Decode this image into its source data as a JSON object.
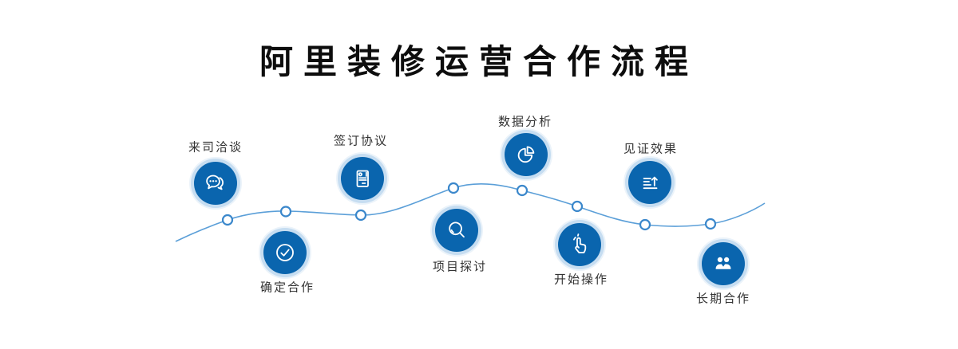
{
  "title": "阿里装修运营合作流程",
  "steps": [
    {
      "label": "来司洽谈",
      "icon": "chat-bubbles-icon",
      "label_position": "above"
    },
    {
      "label": "确定合作",
      "icon": "check-circle-icon",
      "label_position": "below"
    },
    {
      "label": "签订协议",
      "icon": "contract-document-icon",
      "label_position": "above"
    },
    {
      "label": "项目探讨",
      "icon": "magnifier-icon",
      "label_position": "below"
    },
    {
      "label": "数据分析",
      "icon": "pie-chart-icon",
      "label_position": "above"
    },
    {
      "label": "开始操作",
      "icon": "hand-click-icon",
      "label_position": "below"
    },
    {
      "label": "见证效果",
      "icon": "list-up-arrow-icon",
      "label_position": "above"
    },
    {
      "label": "长期合作",
      "icon": "partnership-people-icon",
      "label_position": "below"
    }
  ],
  "colors": {
    "circle_fill": "#0a65ae",
    "circle_halo": "#c6ddf1",
    "line_color": "#5b9fd8",
    "dot_stroke": "#3a87cb",
    "title_color": "#0d0d0d",
    "label_color": "#333333"
  }
}
